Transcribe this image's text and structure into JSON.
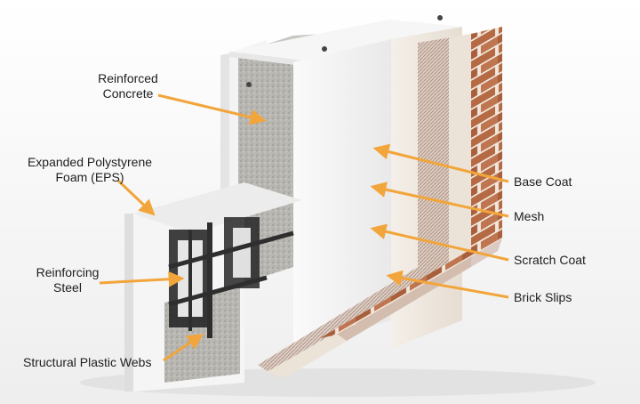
{
  "labels": {
    "reinforced_concrete": [
      "Reinforced",
      "Concrete"
    ],
    "eps": [
      "Expanded Polystyrene",
      "Foam (EPS)"
    ],
    "reinforcing_steel": [
      "Reinforcing",
      "Steel"
    ],
    "plastic_webs": "Structural Plastic Webs",
    "base_coat": "Base Coat",
    "mesh": "Mesh",
    "scratch_coat": "Scratch Coat",
    "brick_slips": "Brick Slips"
  },
  "colors": {
    "arrow": "#f2a53a",
    "brick": "#b56a44",
    "mortar": "#efe6dc",
    "concrete": "#b7b5b0",
    "foam": "#f7f7f7",
    "steel": "#2e2e2e",
    "mesh": "#b08a7a"
  }
}
